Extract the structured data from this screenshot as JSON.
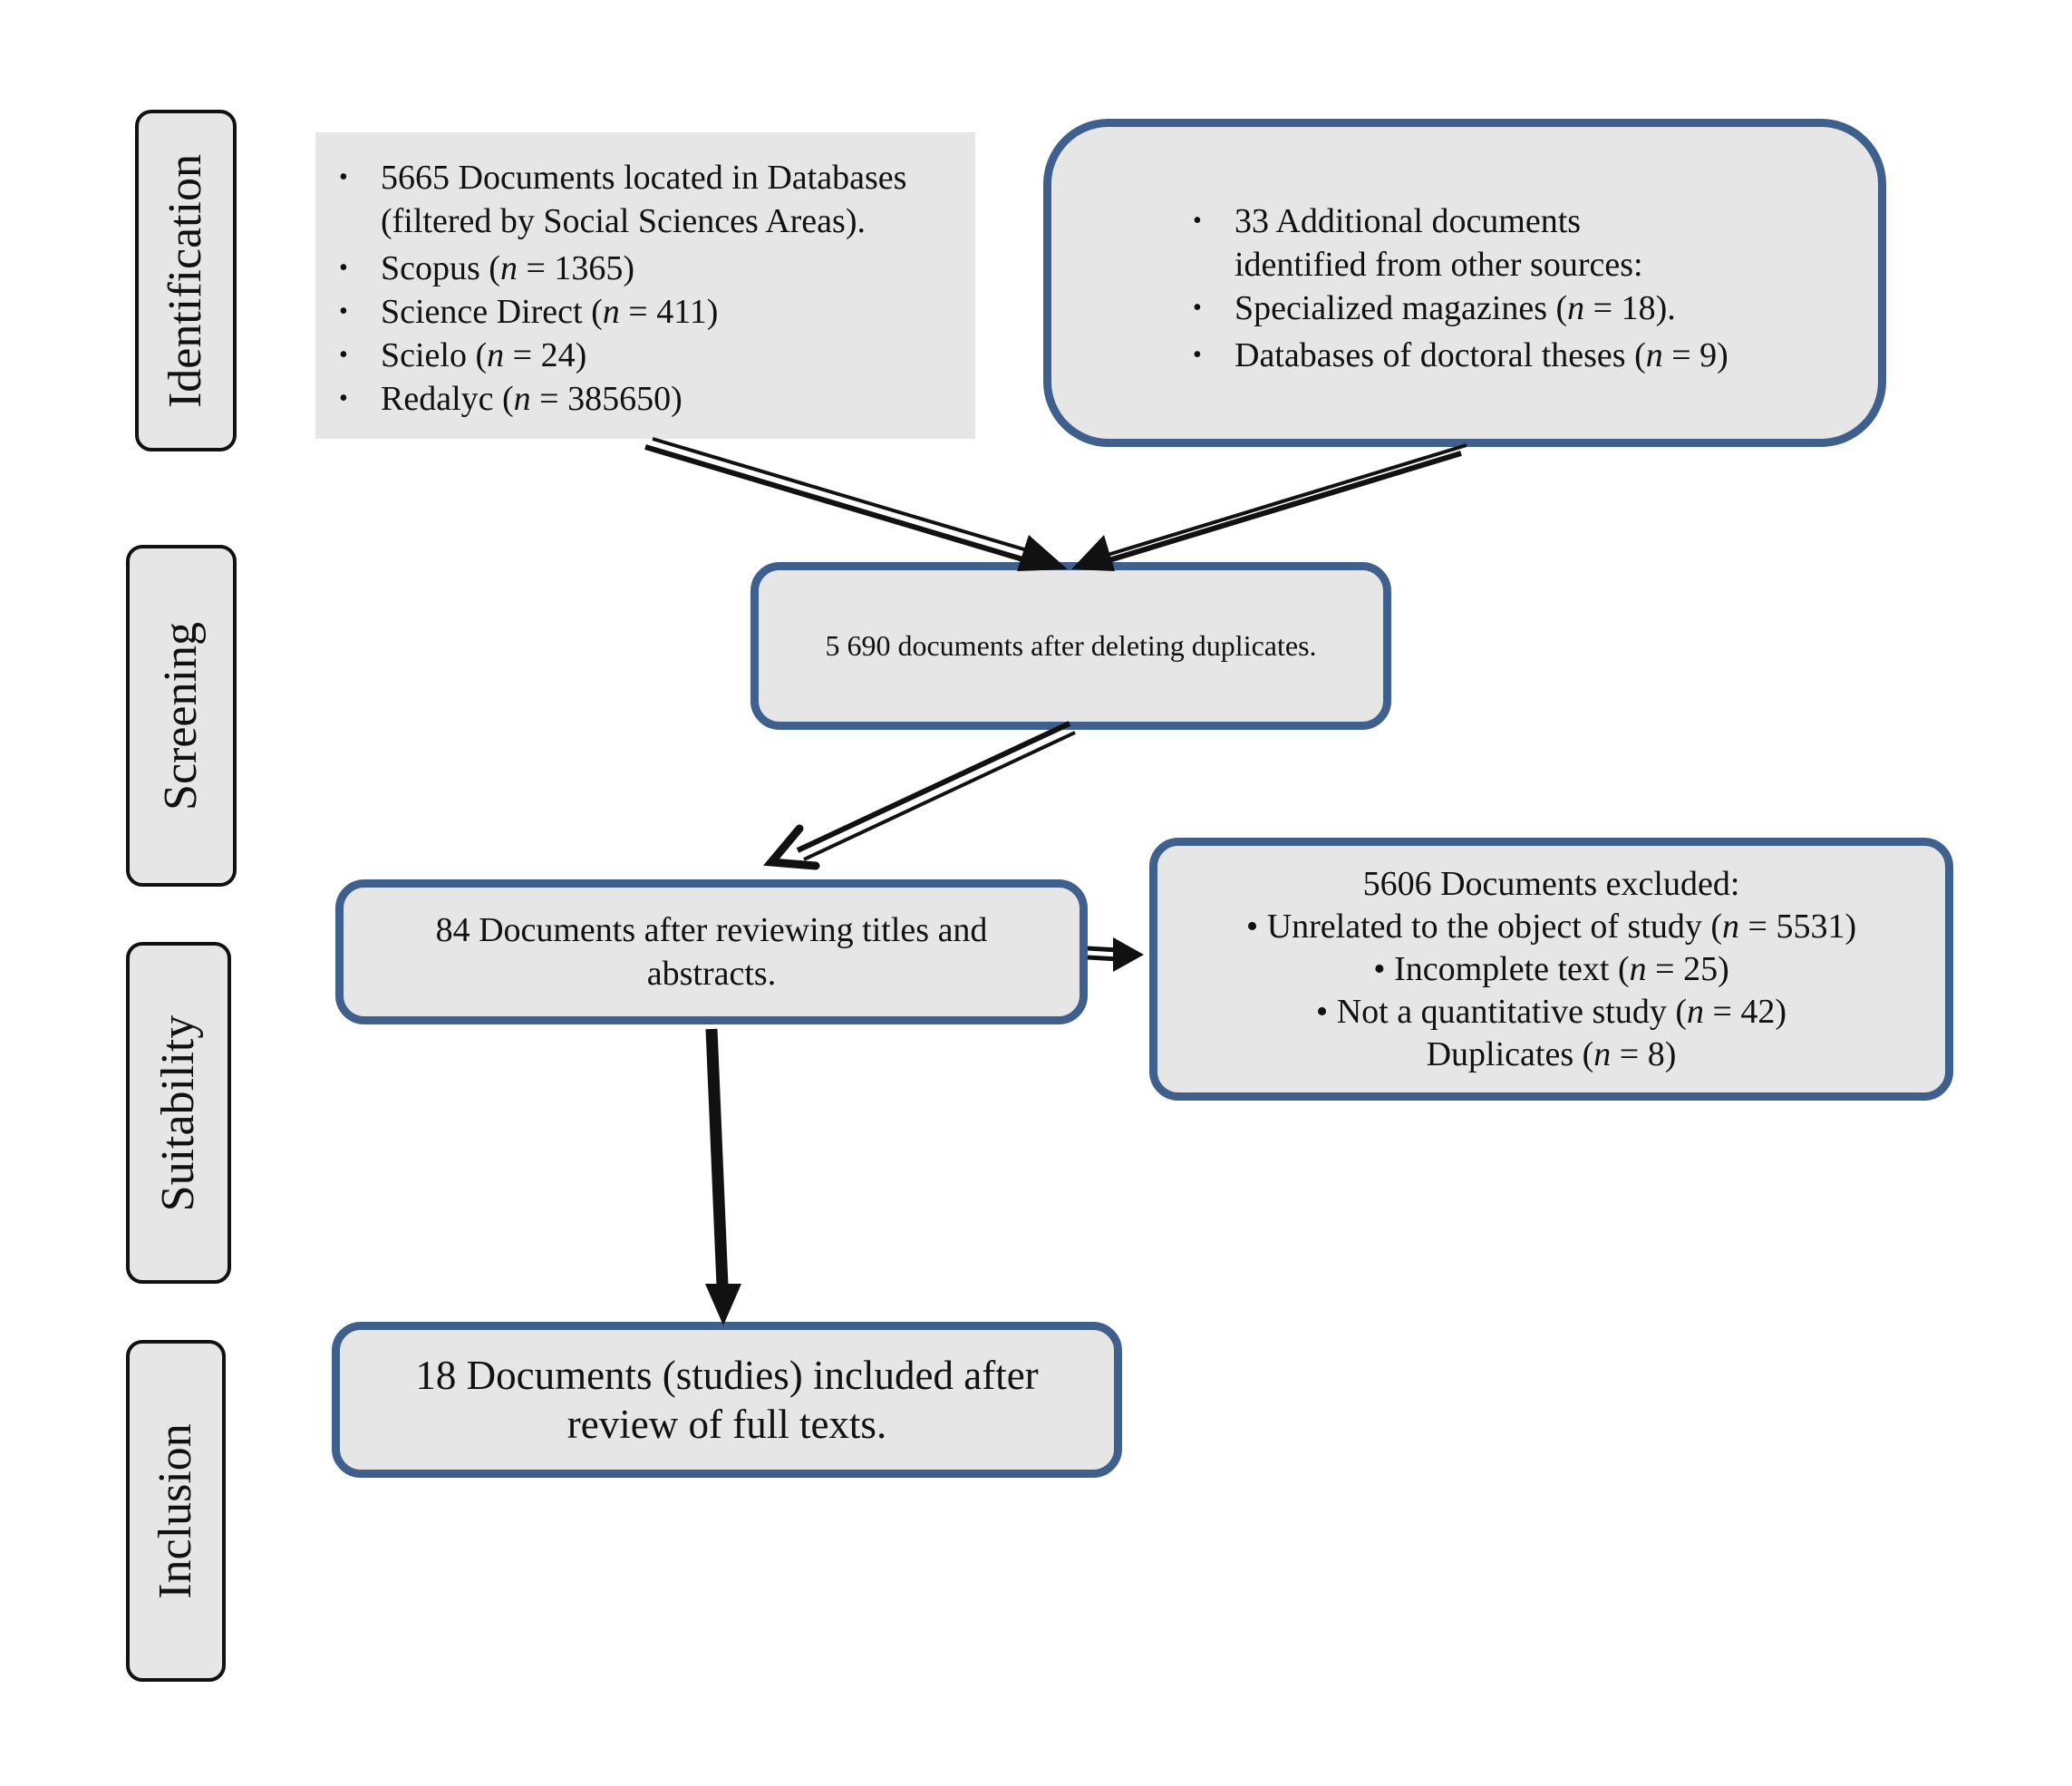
{
  "stages": {
    "identification": "Identification",
    "screening": "Screening",
    "suitability": "Suitability",
    "inclusion": "Inclusion"
  },
  "databases_box": {
    "line1": "5665 Documents located in Databases",
    "line2": "(filtered by Social Sciences Areas).",
    "items": [
      {
        "name": "Scopus",
        "n": "1365"
      },
      {
        "name": "Science Direct",
        "n": "411"
      },
      {
        "name": "Scielo",
        "n": "24"
      },
      {
        "name": "Redalyc",
        "n": "385650"
      }
    ]
  },
  "other_sources_box": {
    "line1": "33 Additional documents",
    "line2": "identified from other sources:",
    "items": [
      {
        "name": "Specialized magazines",
        "n": "18",
        "suffix": "."
      },
      {
        "name": "Databases of doctoral theses",
        "n": "9",
        "suffix": ""
      }
    ]
  },
  "duplicates_box": {
    "text": "5 690 documents after deleting duplicates."
  },
  "reviewed_box": {
    "line1": "84 Documents after reviewing titles and",
    "line2": "abstracts."
  },
  "excluded_box": {
    "title": "5606 Documents excluded:",
    "items": [
      {
        "prefix": "• ",
        "name": "Unrelated to the object of study",
        "n": "5531"
      },
      {
        "prefix": "• ",
        "name": "Incomplete text",
        "n": "25"
      },
      {
        "prefix": "• ",
        "name": "Not a quantitative study",
        "n": "42"
      },
      {
        "prefix": "",
        "name": "Duplicates",
        "n": "8"
      }
    ]
  },
  "included_box": {
    "line1": "18 Documents (studies) included after",
    "line2": "review of full texts."
  },
  "n_symbol": "n",
  "colors": {
    "box_fill": "#e6e6e6",
    "box_border": "#3f5f8c",
    "arrow": "#111111"
  }
}
